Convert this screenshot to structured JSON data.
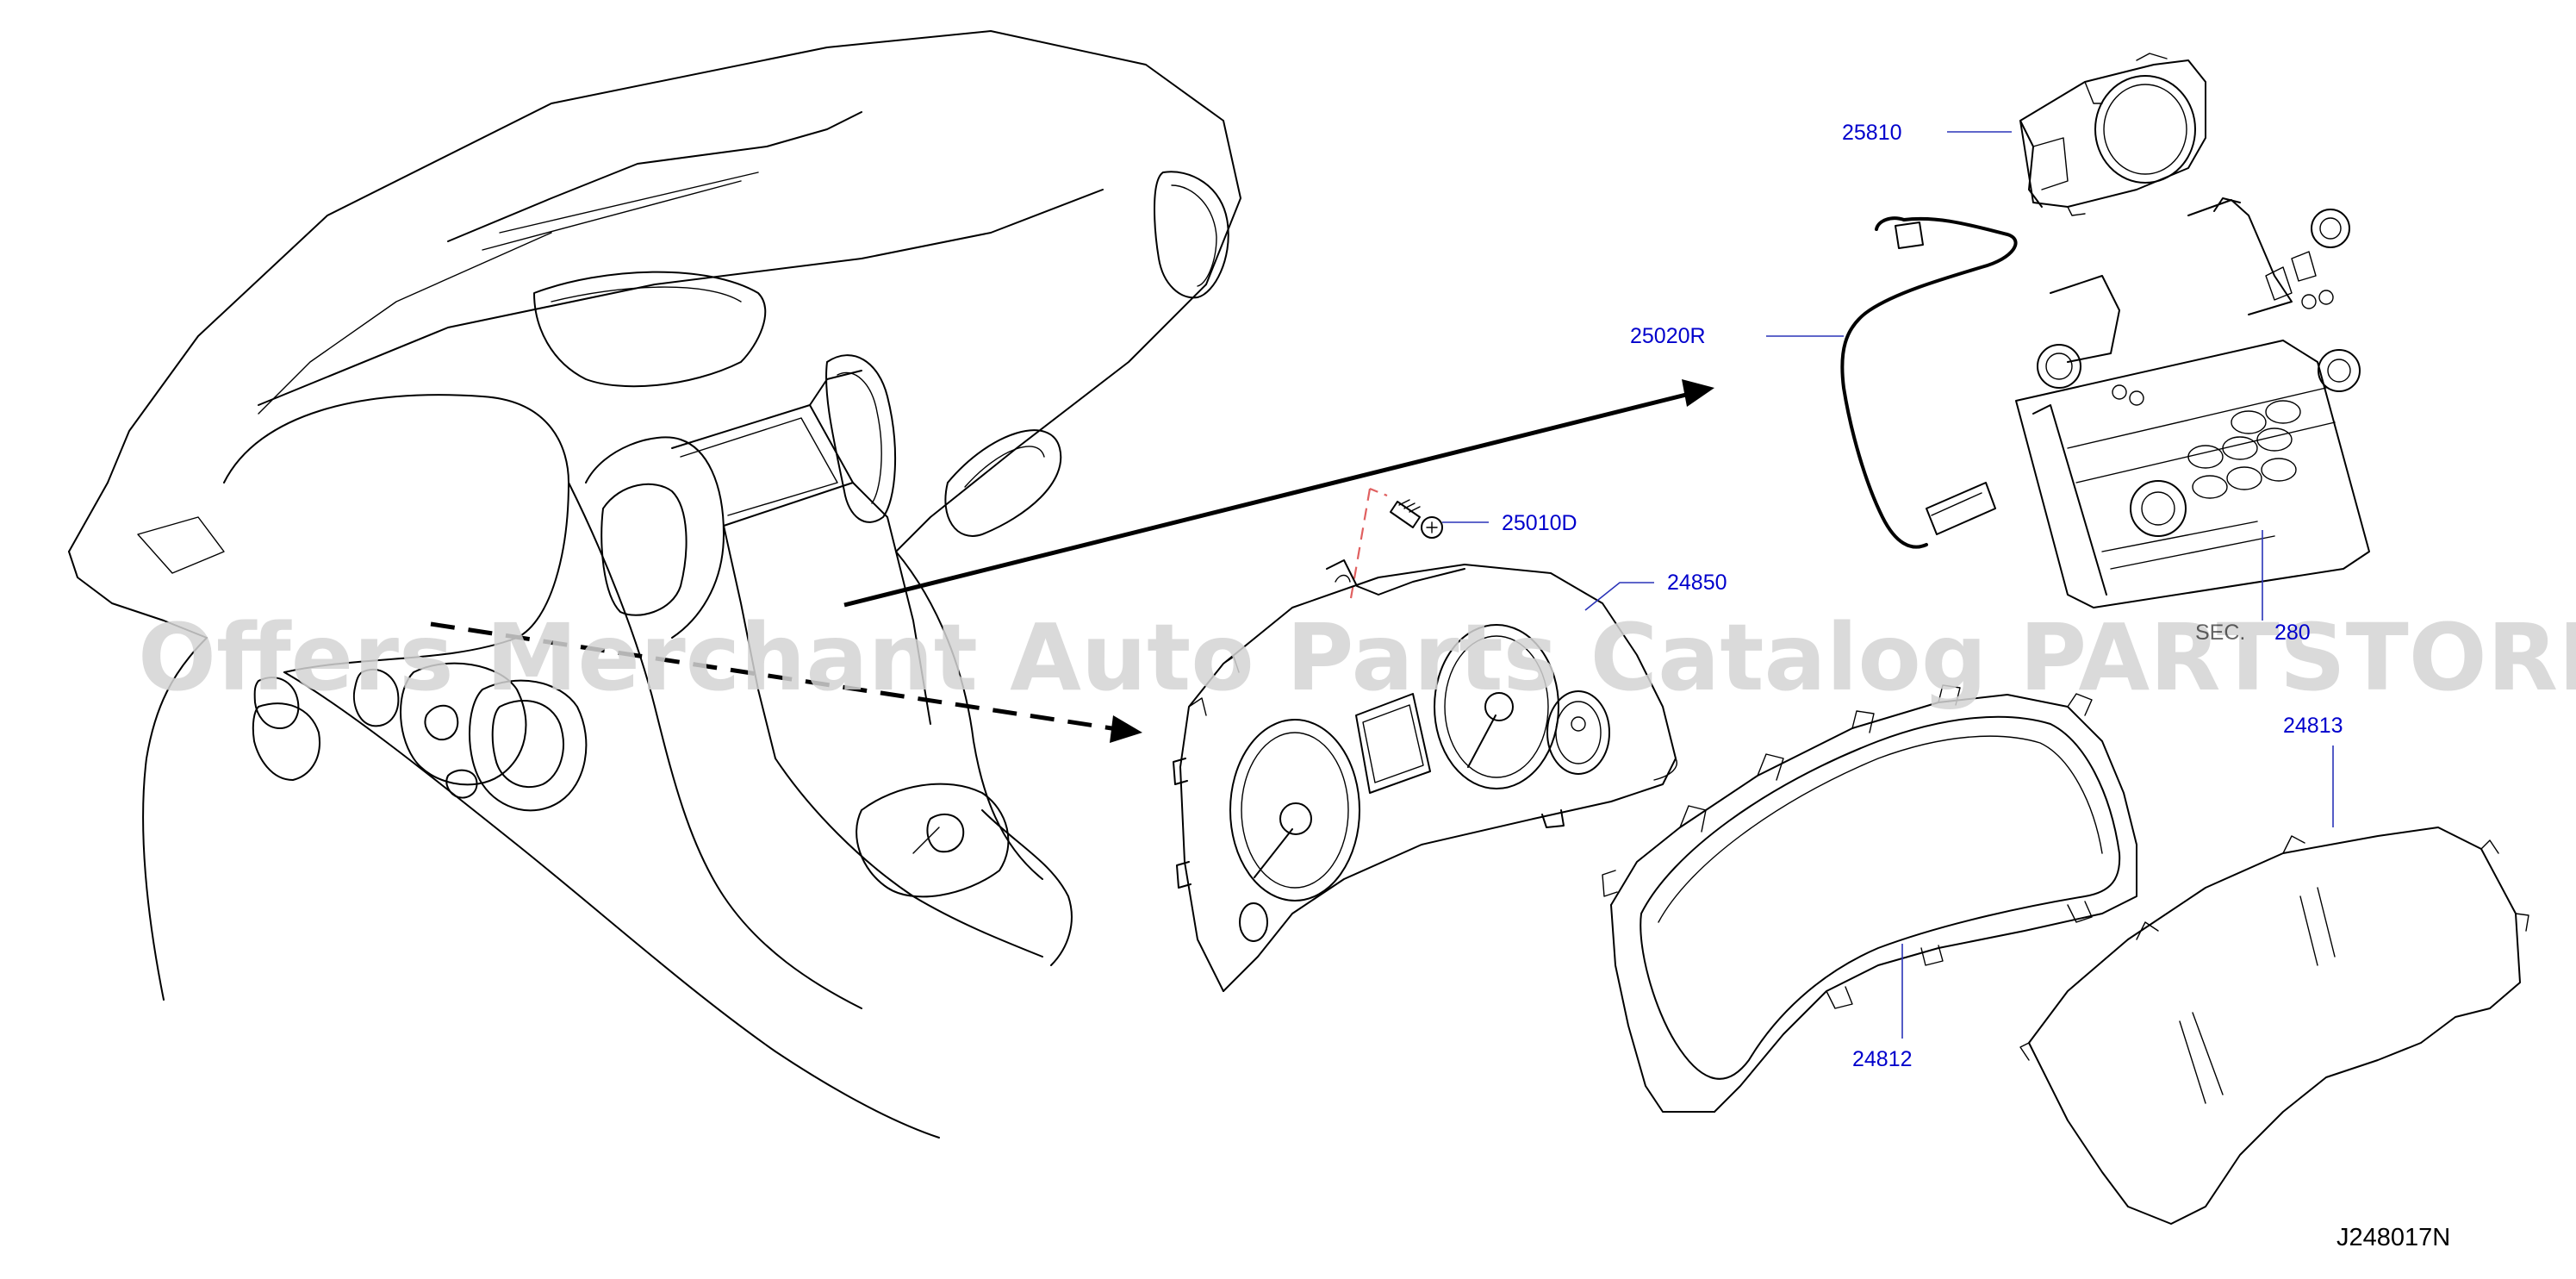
{
  "colors": {
    "background": "#ffffff",
    "line": "#000000",
    "callout": "#0000cc",
    "callout_leader": "#2a33b8",
    "screw_guide": "#e06060",
    "watermark": "#d3d3d3"
  },
  "parts": [
    {
      "key": "p25810",
      "number": "25810"
    },
    {
      "key": "p25020r",
      "number": "25020R"
    },
    {
      "key": "p25010d",
      "number": "25010D"
    },
    {
      "key": "p24850",
      "number": "24850"
    },
    {
      "key": "p280",
      "number": "280"
    },
    {
      "key": "p24813",
      "number": "24813"
    },
    {
      "key": "p24812",
      "number": "24812"
    }
  ],
  "section_ref_fragment": "SEC.",
  "diagram_id": "J248017N",
  "watermark": "Offers Merchant Auto Parts Catalog PARTSTORE.SA"
}
